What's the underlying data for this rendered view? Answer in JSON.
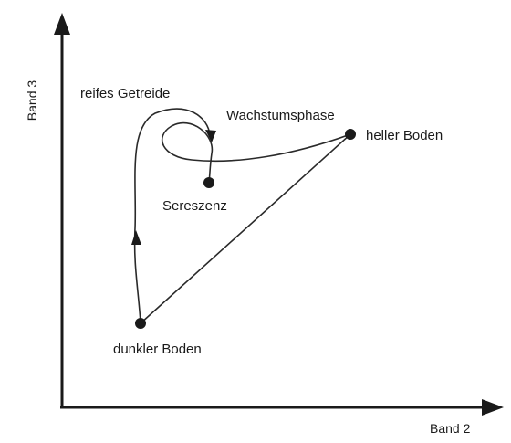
{
  "axes": {
    "x_label": "Band 2",
    "y_label": "Band 3"
  },
  "points": {
    "dark_soil": "dunkler Boden",
    "bright_soil": "heller Boden",
    "senescence": "Sereszenz"
  },
  "phases": {
    "growth": "Wachstumsphase",
    "ripe_grain": "reifes Getreide"
  }
}
